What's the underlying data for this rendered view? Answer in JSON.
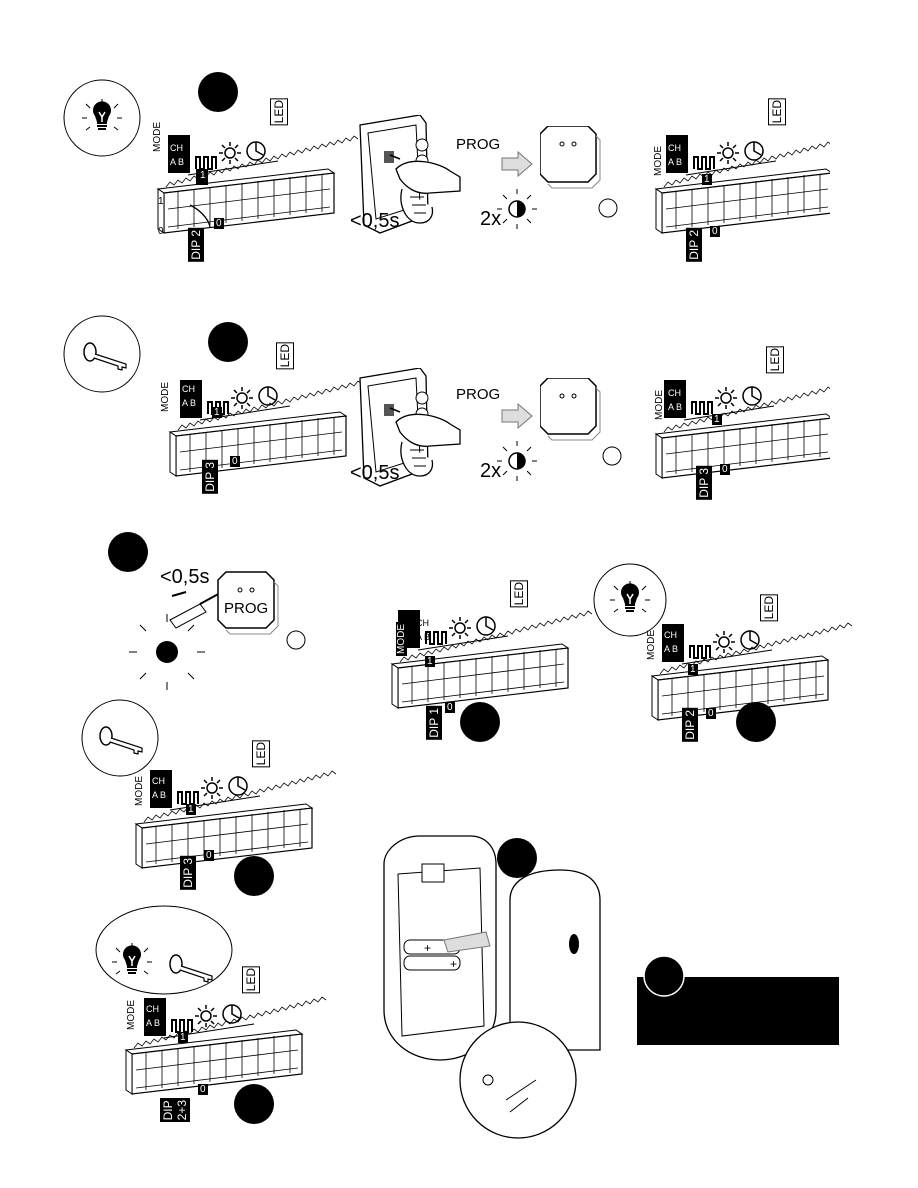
{
  "dip": {
    "mode": "MODE",
    "ch": "CH",
    "ab": "A  B",
    "led": "LED",
    "one": "1",
    "zero": "0",
    "dip1": "DIP 1",
    "dip2": "DIP 2",
    "dip3": "DIP 3",
    "dip23_a": "DIP",
    "dip23_b": "2+3"
  },
  "prog": {
    "label": "PROG",
    "time": "<0,5s",
    "count": "2x"
  },
  "icons": [
    "bulb-icon",
    "key-icon",
    "screwdriver-icon",
    "hand-icon",
    "led-flash-icon",
    "clock-icon",
    "sun-icon",
    "pulse-icon"
  ]
}
